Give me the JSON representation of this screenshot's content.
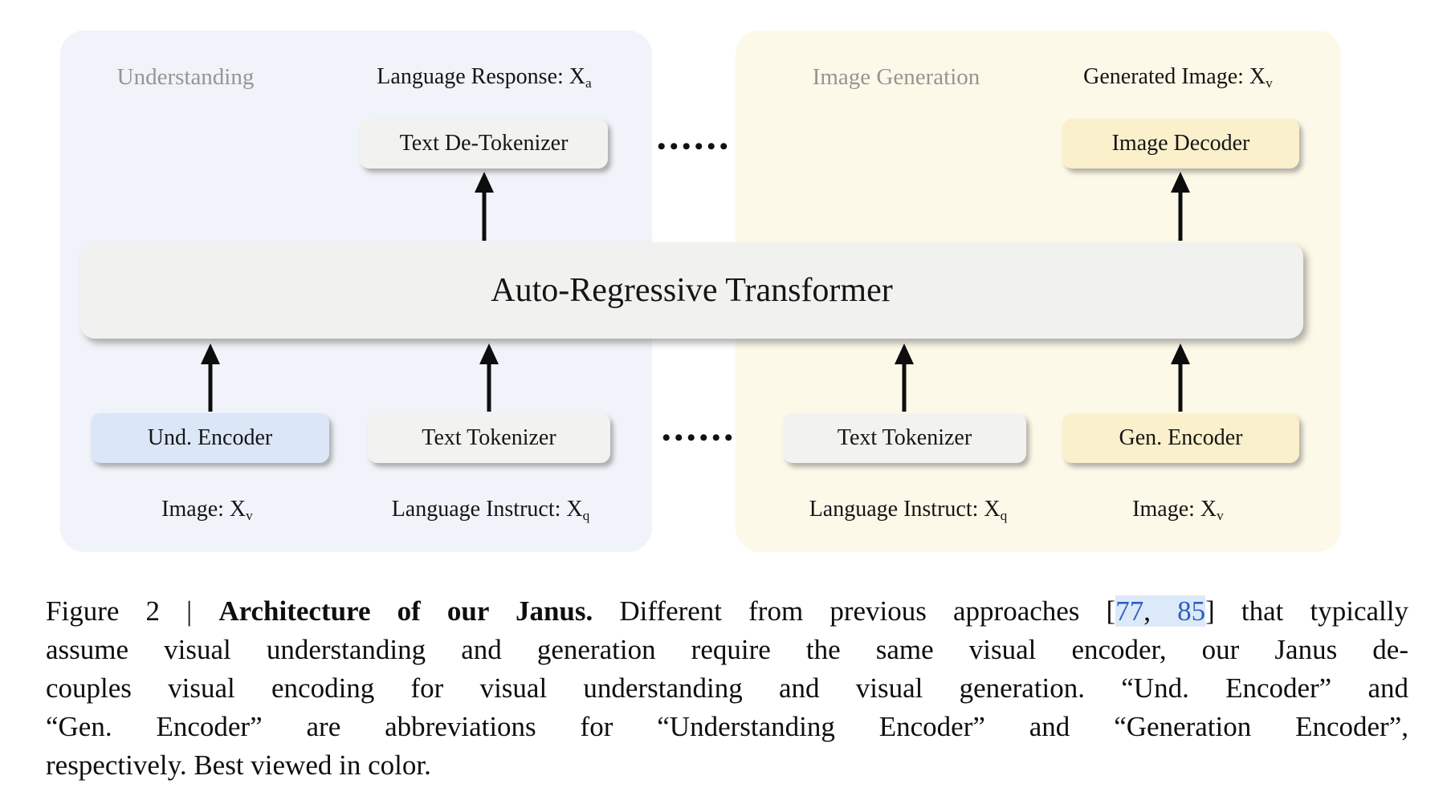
{
  "colors": {
    "understanding_panel_bg": "#f0f3f9",
    "generation_panel_bg": "#fdf9e8",
    "gray_box_bg": "#f2f2f0",
    "understanding_encoder_box_bg": "#dbe6f7",
    "generation_box_bg": "#faf0cb",
    "section_label_gray": "#959595",
    "citation_link_blue": "#2f5fc1",
    "citation_highlight_bg": "#dce9f8"
  },
  "diagram": {
    "transformer_box": "Auto-Regressive Transformer",
    "ellipsis": "••••••",
    "understanding_section": {
      "label": "Understanding",
      "output_label": {
        "pre": "Language Response: X",
        "sub": "a"
      },
      "detokenizer_box": "Text De-Tokenizer",
      "encoder_box": "Und. Encoder",
      "tokenizer_box": "Text Tokenizer",
      "input_image_label": {
        "pre": "Image: X",
        "sub": "v"
      },
      "input_instruct_label": {
        "pre": "Language Instruct: X",
        "sub": "q"
      }
    },
    "generation_section": {
      "label": "Image Generation",
      "output_label": {
        "pre": "Generated Image: X",
        "sub": "v"
      },
      "decoder_box": "Image Decoder",
      "tokenizer_box": "Text Tokenizer",
      "encoder_box": "Gen. Encoder",
      "input_instruct_label": {
        "pre": "Language Instruct: X",
        "sub": "q"
      },
      "input_image_label": {
        "pre": "Image: X",
        "sub": "v"
      }
    }
  },
  "caption": {
    "line1": {
      "prefix": "Figure 2 | ",
      "bold": "Architecture of our Janus.",
      "mid": " Different from previous approaches [",
      "cite1": "77",
      "cite_sep": ", ",
      "cite2": "85",
      "suffix": "] that typically"
    },
    "line2": "assume visual understanding and generation require the same visual encoder, our Janus de-",
    "line3": "couples visual encoding for visual understanding and visual generation. “Und. Encoder” and",
    "line4": "“Gen. Encoder” are abbreviations for “Understanding Encoder” and “Generation Encoder”,",
    "line5": "respectively. Best viewed in color."
  }
}
